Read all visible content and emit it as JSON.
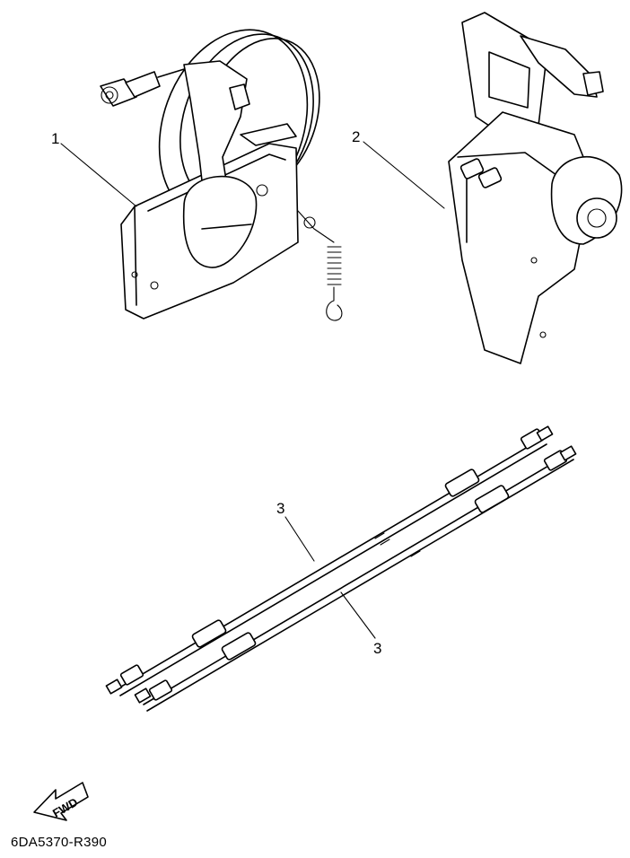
{
  "parts": [
    {
      "ref": "1"
    },
    {
      "ref": "2"
    },
    {
      "ref": "3"
    },
    {
      "ref": "3"
    }
  ],
  "direction_indicator": {
    "label": "FWD",
    "icon": "fwd-arrow-icon"
  },
  "diagram_code": "6DA5370-R390"
}
